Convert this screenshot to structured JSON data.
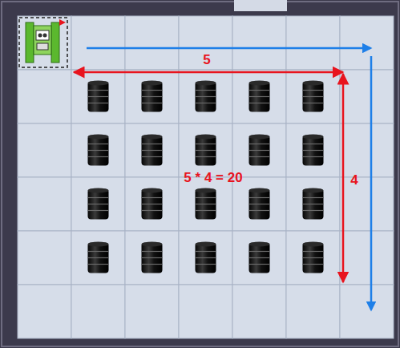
{
  "diagram": {
    "labels": [
      "5",
      "5 * 4 = 20",
      "4"
    ]
  }
}
